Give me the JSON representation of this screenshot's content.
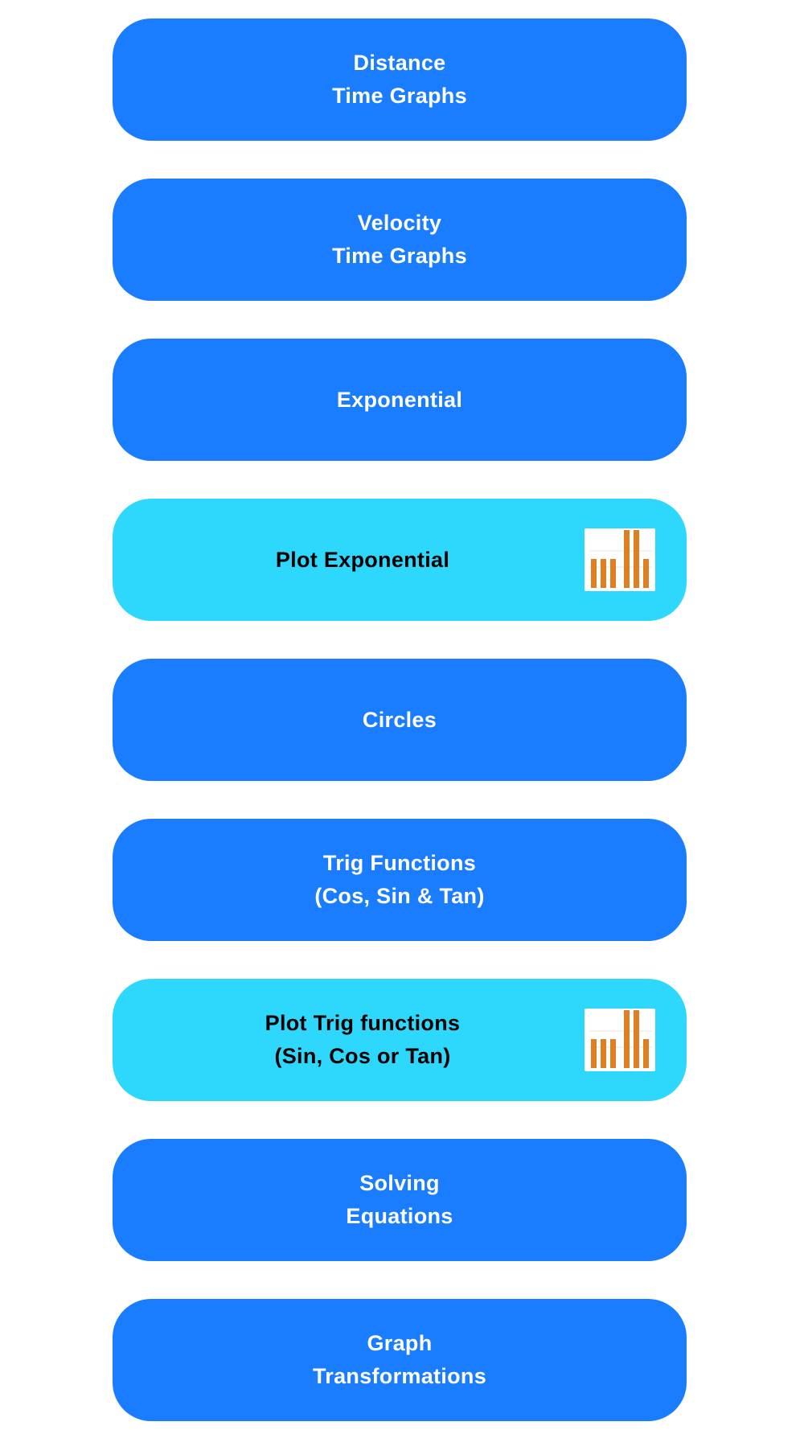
{
  "menu": {
    "items": [
      {
        "label": "Distance\nTime Graphs",
        "kind": "primary"
      },
      {
        "label": "Velocity\nTime Graphs",
        "kind": "primary"
      },
      {
        "label": "Exponential",
        "kind": "primary"
      },
      {
        "label": "Plot Exponential",
        "kind": "plot",
        "icon": "bar-chart-icon"
      },
      {
        "label": "Circles",
        "kind": "primary"
      },
      {
        "label": "Trig Functions\n(Cos, Sin & Tan)",
        "kind": "primary"
      },
      {
        "label": "Plot Trig functions\n(Sin, Cos or Tan)",
        "kind": "plot",
        "icon": "bar-chart-icon"
      },
      {
        "label": "Solving\nEquations",
        "kind": "primary"
      },
      {
        "label": "Graph\nTransformations",
        "kind": "primary"
      }
    ]
  },
  "colors": {
    "primary_button": "#1a7cff",
    "plot_button": "#2ed8fd",
    "primary_text": "#ffffff",
    "plot_text": "#000000",
    "icon_bars": "#e07f22"
  }
}
